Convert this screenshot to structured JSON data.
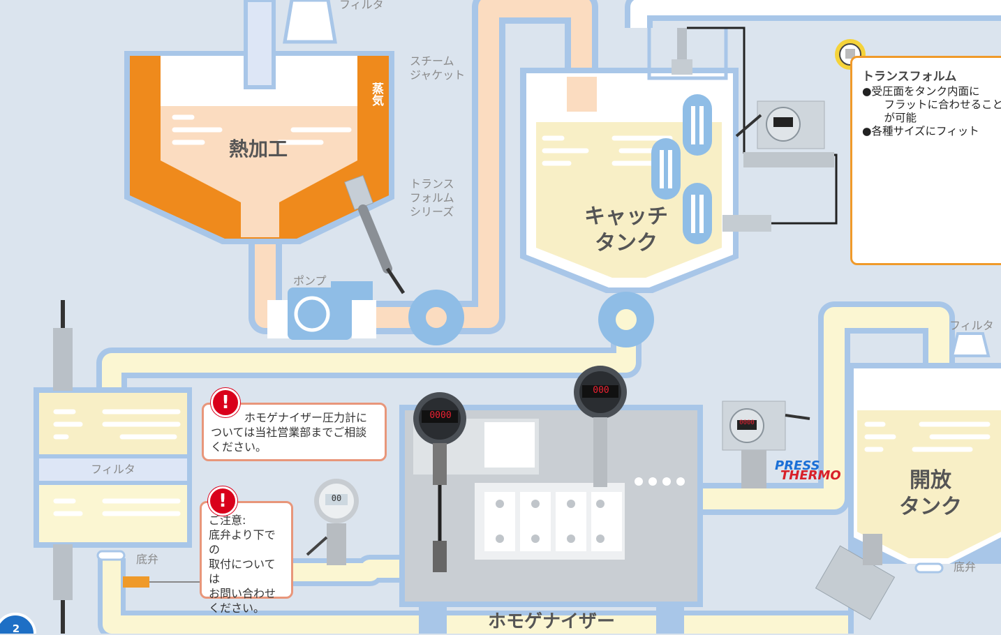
{
  "labels": {
    "filter_top": "フィルタ",
    "steam_jacket": "スチーム\nジャケット",
    "steam": "蒸気",
    "heat_process": "熱加工",
    "transform_series": "トランス\nフォルム\nシリーズ",
    "pump": "ポンプ",
    "catch_tank": "キャッチ\nタンク",
    "filter_right": "フィルタ",
    "open_tank": "開放\nタンク",
    "bottom_valve_right": "底弁",
    "filter_left": "フィルタ",
    "bottom_valve_left": "底弁",
    "homogenizer": "ホモゲナイザー",
    "page_number": "2"
  },
  "callout": {
    "title": "トランスフォルム",
    "items": [
      "●受圧面をタンク内面に\n　フラットに合わせること\n　が可能",
      "●各種サイズにフィット"
    ]
  },
  "notes": {
    "homogenizer_note": "　　　ホモゲナイザー圧力計に\nついては当社営業部までご相談\nください。",
    "caution_note": "ご注意:\n底弁より下での\n取付については\nお問い合わせ\nください。"
  },
  "logo": {
    "line1": "PRESS",
    "line2": "THERMO"
  },
  "meters": {
    "gauge_left": "0000",
    "gauge_mid": "000",
    "gauge_small": "00",
    "transmitter": "0000"
  },
  "colors": {
    "background": "#dbe4ee",
    "pipe_outline": "#a8c6e8",
    "pipe_peach": "#fbdcc0",
    "pipe_yellow": "#fbf6d2",
    "jacket_orange": "#ef8a1c",
    "note_border": "#e8967a",
    "callout_border": "#f09a2a",
    "logo_blue": "#1a6fd6",
    "logo_red": "#d8202a"
  }
}
